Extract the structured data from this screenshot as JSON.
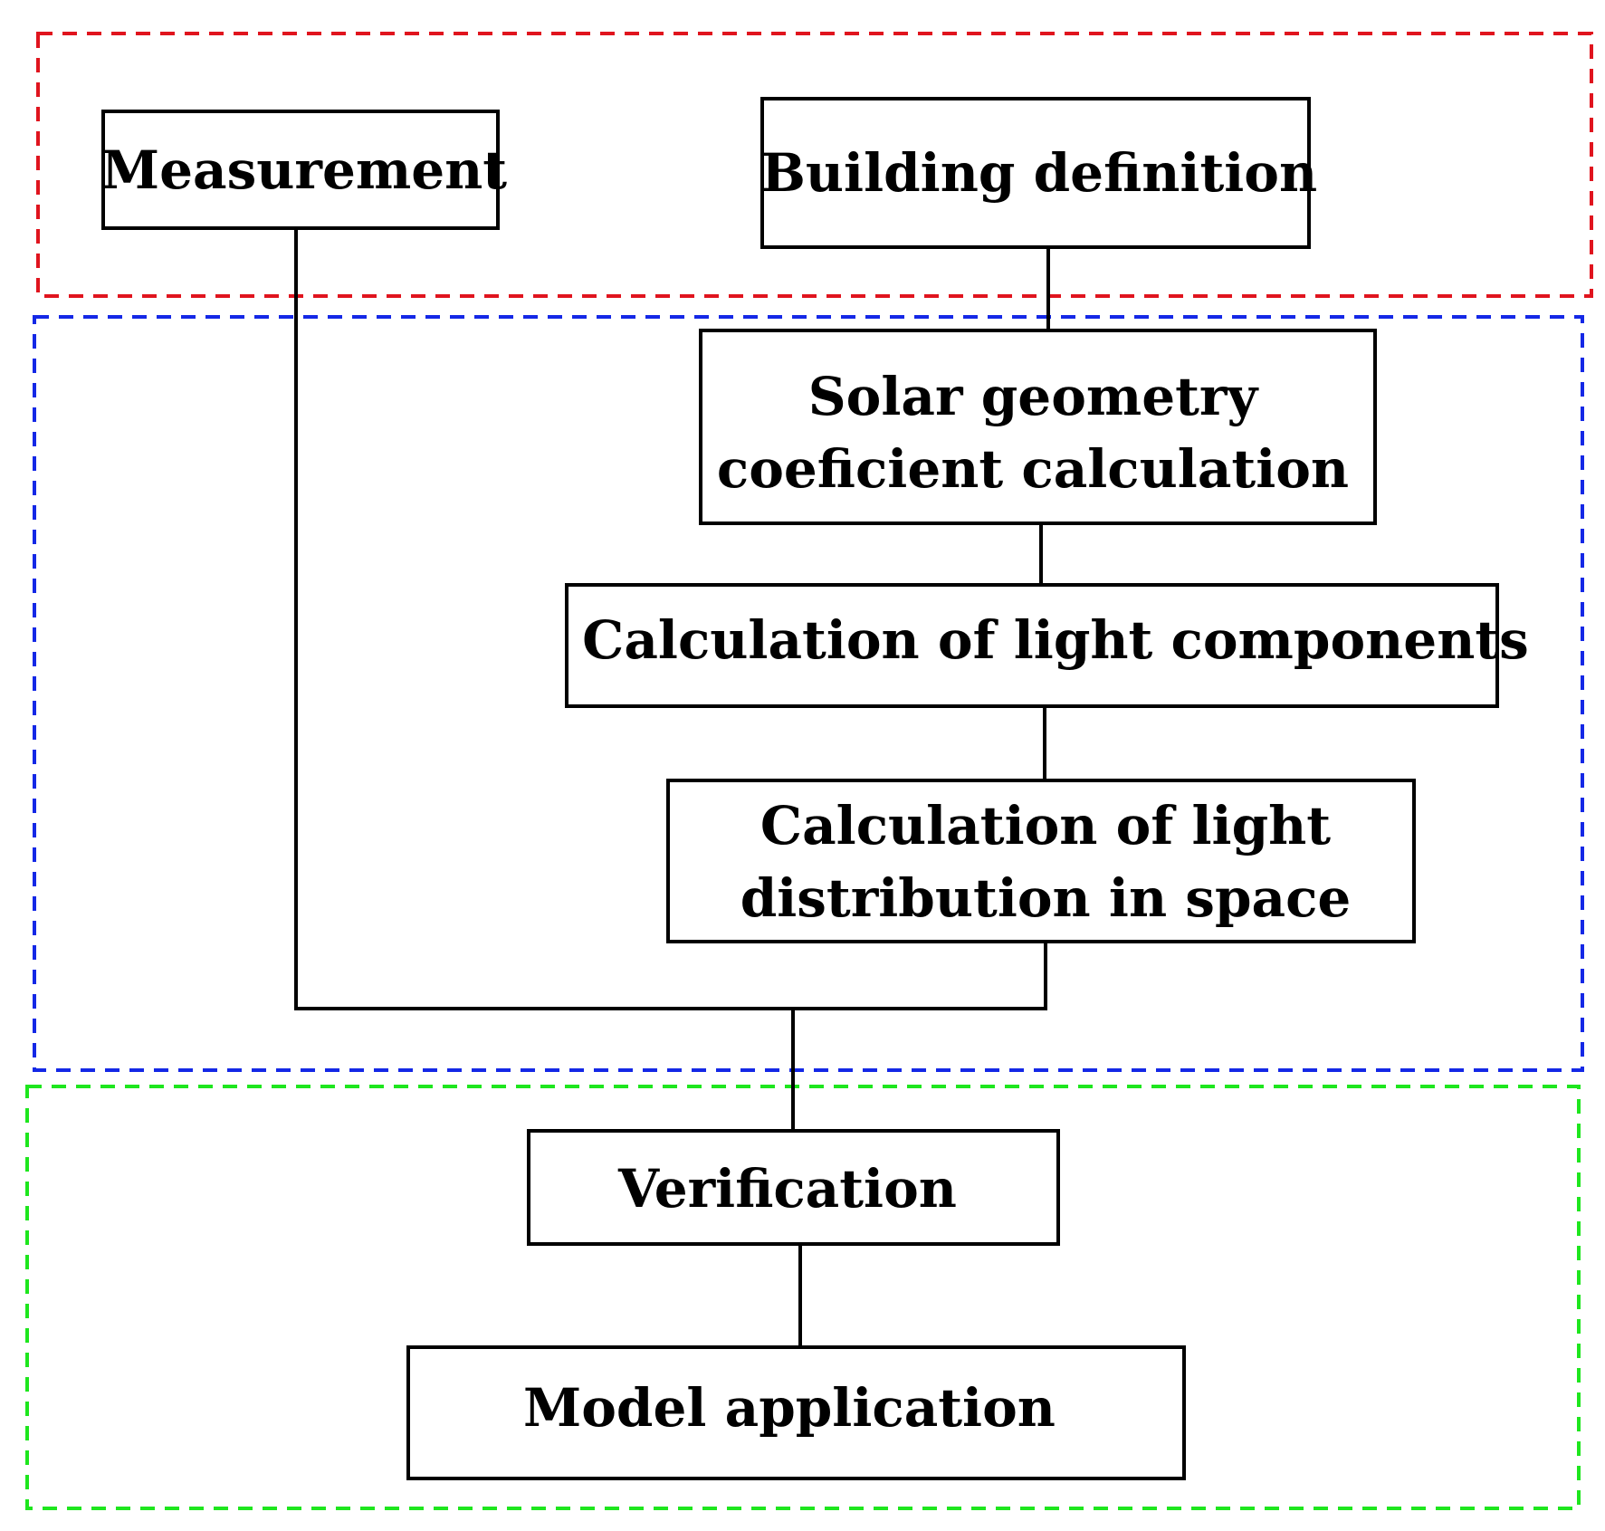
{
  "diagram": {
    "groups": {
      "input": {
        "color": "#e0141e"
      },
      "model": {
        "color": "#1428e6"
      },
      "validation": {
        "color": "#1ee61e"
      }
    },
    "nodes": {
      "measurement": {
        "lines": [
          "Measurement"
        ]
      },
      "building_definition": {
        "lines": [
          "Building definition"
        ]
      },
      "solar_geometry": {
        "lines": [
          "Solar geometry",
          "coeficient calculation"
        ]
      },
      "light_components": {
        "lines": [
          "Calculation of light components"
        ]
      },
      "light_distribution": {
        "lines": [
          "Calculation of light",
          "distribution in space"
        ]
      },
      "verification": {
        "lines": [
          "Verification"
        ]
      },
      "model_application": {
        "lines": [
          "Model application"
        ]
      }
    }
  }
}
